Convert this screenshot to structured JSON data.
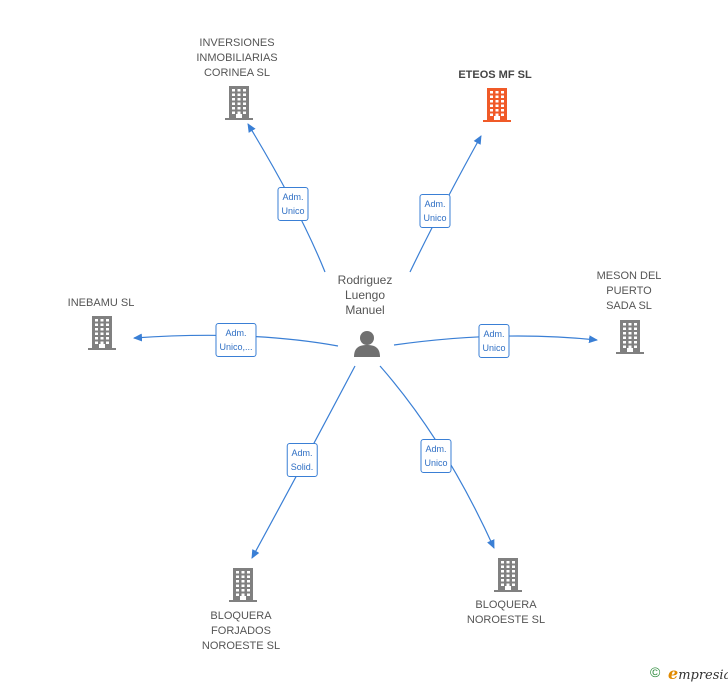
{
  "person": {
    "lines": [
      "Rodriguez",
      "Luengo",
      "Manuel"
    ],
    "icon": "person-icon"
  },
  "nodes": [
    {
      "id": "inversiones",
      "lines": [
        "INVERSIONES",
        "INMOBILIARIAS",
        "CORINEA  SL"
      ],
      "relation": [
        "Adm.",
        "Unico"
      ],
      "highlight": false
    },
    {
      "id": "eteos",
      "lines": [
        "ETEOS MF  SL"
      ],
      "relation": [
        "Adm.",
        "Unico"
      ],
      "highlight": true
    },
    {
      "id": "inebamu",
      "lines": [
        "INEBAMU  SL"
      ],
      "relation": [
        "Adm.",
        "Unico,..."
      ],
      "highlight": false
    },
    {
      "id": "meson",
      "lines": [
        "MESON DEL",
        "PUERTO",
        "SADA  SL"
      ],
      "relation": [
        "Adm.",
        "Unico"
      ],
      "highlight": false
    },
    {
      "id": "bloquera-forjados",
      "lines": [
        "BLOQUERA",
        "FORJADOS",
        "NOROESTE SL"
      ],
      "relation": [
        "Adm.",
        "Solid."
      ],
      "highlight": false
    },
    {
      "id": "bloquera-noroeste",
      "lines": [
        "BLOQUERA",
        "NOROESTE  SL"
      ],
      "relation": [
        "Adm.",
        "Unico"
      ],
      "highlight": false
    }
  ],
  "colors": {
    "edge": "#3a7fd5",
    "building": "#808080",
    "building_highlight": "#f05a28",
    "person": "#707070"
  },
  "footer": {
    "copyright": "©",
    "brand_initial": "e",
    "brand_rest": "mpresia"
  }
}
